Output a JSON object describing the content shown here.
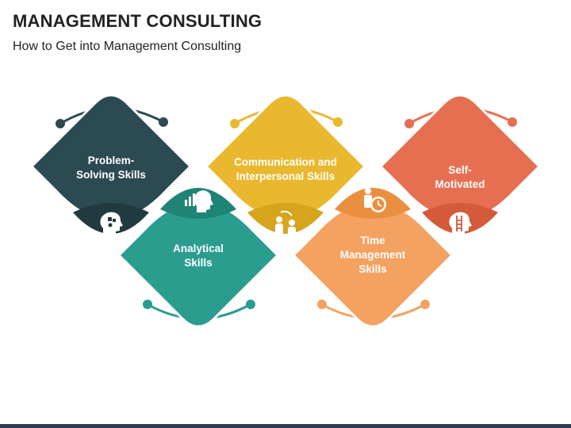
{
  "title": "MANAGEMENT CONSULTING",
  "subtitle": "How to Get into Management Consulting",
  "colors": {
    "dark_slate": "#2c4a52",
    "teal": "#2a9d8f",
    "gold": "#e9b82f",
    "orange": "#f4a261",
    "red": "#e76f51",
    "footer": "#2f3e4e"
  },
  "items": [
    {
      "label": "Problem-\nSolving Skills",
      "icon": "head-puzzle-icon"
    },
    {
      "label": "Analytical\nSkills",
      "icon": "head-chart-icon"
    },
    {
      "label": "Communication and\nInterpersonal Skills",
      "icon": "people-communication-icon"
    },
    {
      "label": "Time\nManagement\nSkills",
      "icon": "person-clock-icon"
    },
    {
      "label": "Self-\nMotivated",
      "icon": "head-ladder-icon"
    }
  ]
}
